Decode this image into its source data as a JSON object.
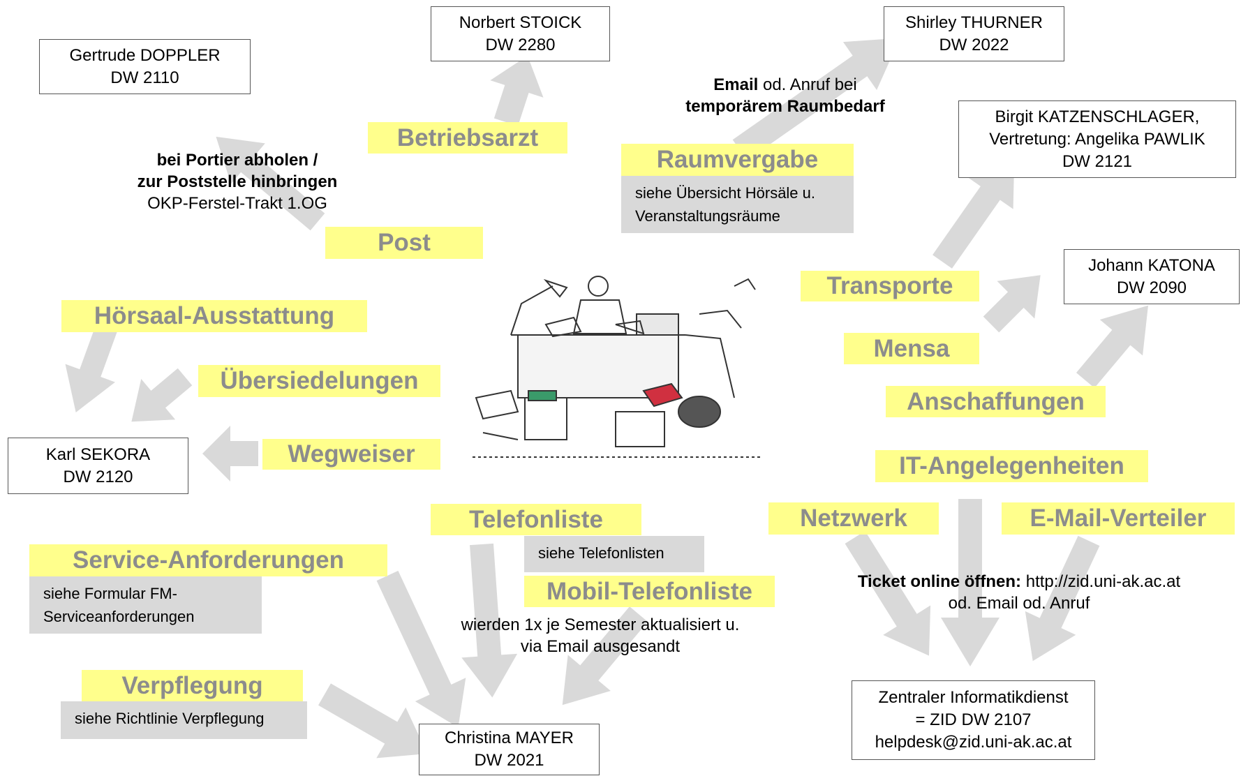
{
  "contacts": {
    "doppler": {
      "name": "Gertrude DOPPLER",
      "phone": "DW 2110"
    },
    "stoick": {
      "name": "Norbert STOICK",
      "phone": "DW 2280"
    },
    "thurner": {
      "name": "Shirley THURNER",
      "phone": "DW 2022"
    },
    "katzenschlager": {
      "line1": "Birgit KATZENSCHLAGER,",
      "line2": "Vertretung: Angelika PAWLIK",
      "line3": "DW 2121"
    },
    "katona": {
      "name": "Johann KATONA",
      "phone": "DW 2090"
    },
    "sekora": {
      "name": "Karl SEKORA",
      "phone": "DW 2120"
    },
    "mayer": {
      "name": "Christina MAYER",
      "phone": "DW 2021"
    },
    "zid": {
      "line1": "Zentraler Informatikdienst",
      "line2": "= ZID   DW 2107",
      "line3": "helpdesk@zid.uni-ak.ac.at"
    }
  },
  "topics": {
    "betriebsarzt": "Betriebsarzt",
    "raumvergabe": "Raumvergabe",
    "post": "Post",
    "transporte": "Transporte",
    "hoersaal": "Hörsaal-Ausstattung",
    "uebersiedelungen": "Übersiedelungen",
    "wegweiser": "Wegweiser",
    "mensa": "Mensa",
    "anschaffungen": "Anschaffungen",
    "it": "IT-Angelegenheiten",
    "netzwerk": "Netzwerk",
    "email_verteiler": "E-Mail-Verteiler",
    "telefonliste": "Telefonliste",
    "mobil": "Mobil-Telefonliste",
    "service": "Service-Anforderungen",
    "verpflegung": "Verpflegung"
  },
  "notes": {
    "raumvergabe_line1": "siehe Übersicht Hörsäle u.",
    "raumvergabe_line2": "Veranstaltungsräume",
    "telefonliste": "siehe  Telefonlisten",
    "service_line1": "siehe  Formular FM-",
    "service_line2": "Serviceanforderungen",
    "verpflegung": "siehe  Richtlinie Verpflegung"
  },
  "texts": {
    "post_line1": "bei Portier abholen /",
    "post_line2": "zur Poststelle hinbringen",
    "post_line3": "OKP-Ferstel-Trakt 1.OG",
    "raum_email": "Email",
    "raum_rest1": " od. Anruf bei",
    "raum_line2": "temporärem Raumbedarf",
    "ticket_bold": "Ticket online öffnen:",
    "ticket_url": " http://zid.uni-ak.ac.at",
    "ticket_line2": "od. Email od. Anruf",
    "tel_line1": "wierden 1x je Semester aktualisiert u.",
    "tel_line2": "via Email ausgesandt"
  },
  "colors": {
    "topic_bg": "#ffff8c",
    "topic_text": "#8c8c8c",
    "note_bg": "#d9d9d9",
    "arrow": "#d9d9d9",
    "box_border": "#555555"
  },
  "icons": {
    "illustration": "office-clutter-sketch"
  }
}
